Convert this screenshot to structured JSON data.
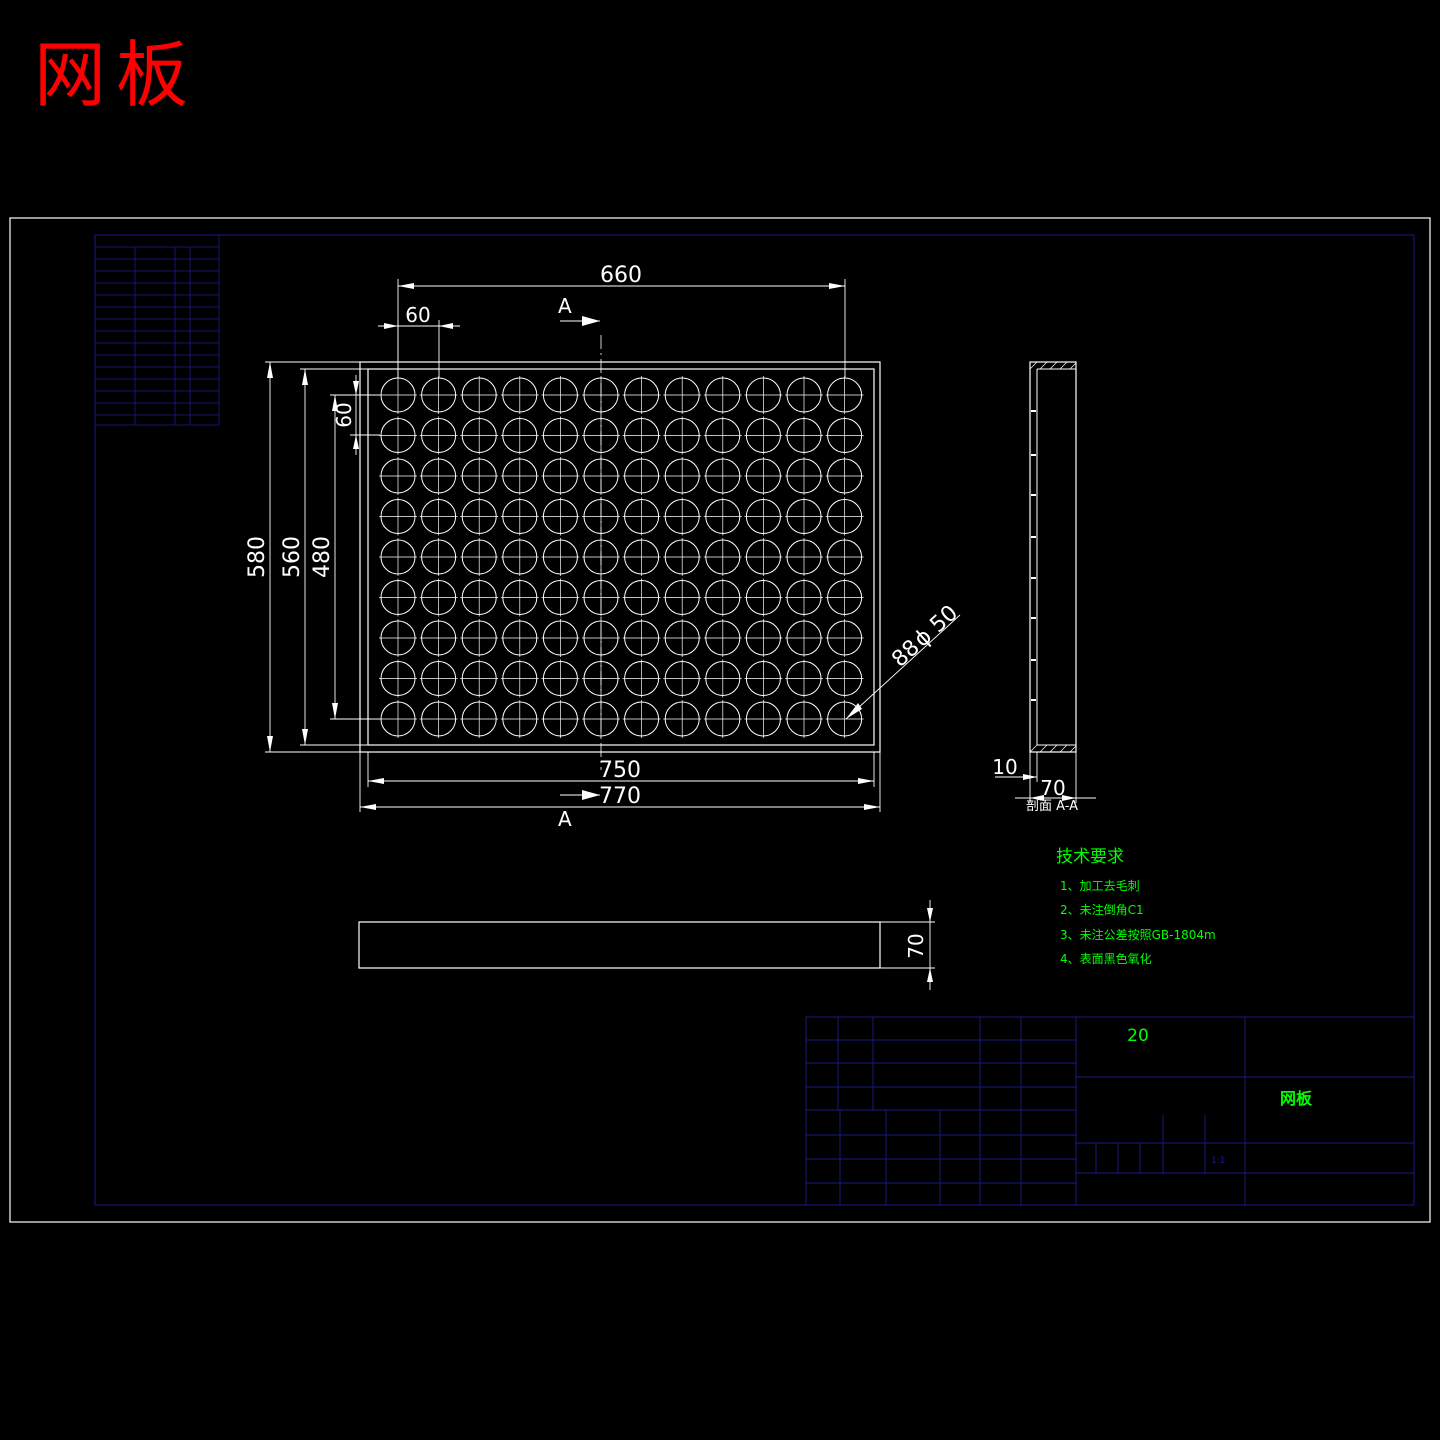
{
  "header": {
    "title": "网板",
    "title_color": "#ff0000"
  },
  "colors": {
    "outline": "#ffffff",
    "border": "#1a1a8c",
    "note": "#00ff00",
    "frame": "#ffffff"
  },
  "plate": {
    "rows": 9,
    "cols": 12,
    "hole_count_label": "88",
    "hole_diameter_label": "ϕ 50"
  },
  "dimensions": {
    "top_span": "660",
    "hole_pitch_x": "60",
    "hole_pitch_y": "60",
    "outer_height": "580",
    "inner_height": "560",
    "hole_span_y": "480",
    "inner_width": "750",
    "outer_width": "770",
    "side_wall": "10",
    "side_depth": "70",
    "front_height": "70"
  },
  "section": {
    "marker_top": "A",
    "marker_bottom": "A",
    "caption": "剖面 A-A"
  },
  "notes": {
    "heading": "技术要求",
    "items": [
      "1、加工去毛刺",
      "2、未注倒角C1",
      "3、未注公差按照GB-1804m",
      "4、表面黑色氧化"
    ]
  },
  "title_block": {
    "material": "20",
    "part_name": "网板",
    "scale": "1:1"
  }
}
